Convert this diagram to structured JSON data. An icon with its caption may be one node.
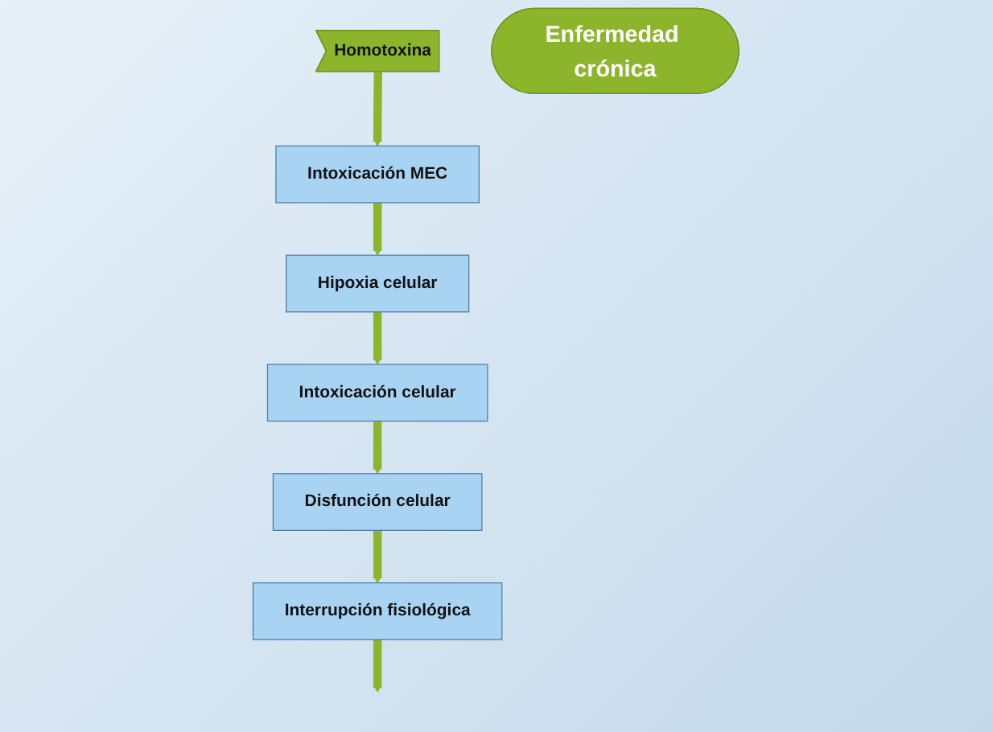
{
  "diagram": {
    "nodes": [
      {
        "text": [
          "Homotoxina"
        ]
      },
      {
        "text": [
          "Intoxicación MEC"
        ]
      },
      {
        "text": [
          "Hipoxia celular"
        ]
      },
      {
        "text": [
          "Intoxicación celular"
        ]
      },
      {
        "text": [
          "Disfunción celular"
        ]
      },
      {
        "text": [
          "Interrupción fisiológica"
        ]
      },
      {
        "text": [
          "Enfermedad crónica"
        ]
      }
    ],
    "edges": [
      {
        "from": 0,
        "to": 1,
        "arrow": "to"
      },
      {
        "from": 1,
        "to": 2,
        "arrow": "to"
      },
      {
        "from": 2,
        "to": 3,
        "arrow": "to"
      },
      {
        "from": 3,
        "to": 4,
        "arrow": "to"
      },
      {
        "from": 4,
        "to": 5,
        "arrow": "to"
      },
      {
        "from": 5,
        "to": null,
        "arrow": "to"
      }
    ]
  }
}
